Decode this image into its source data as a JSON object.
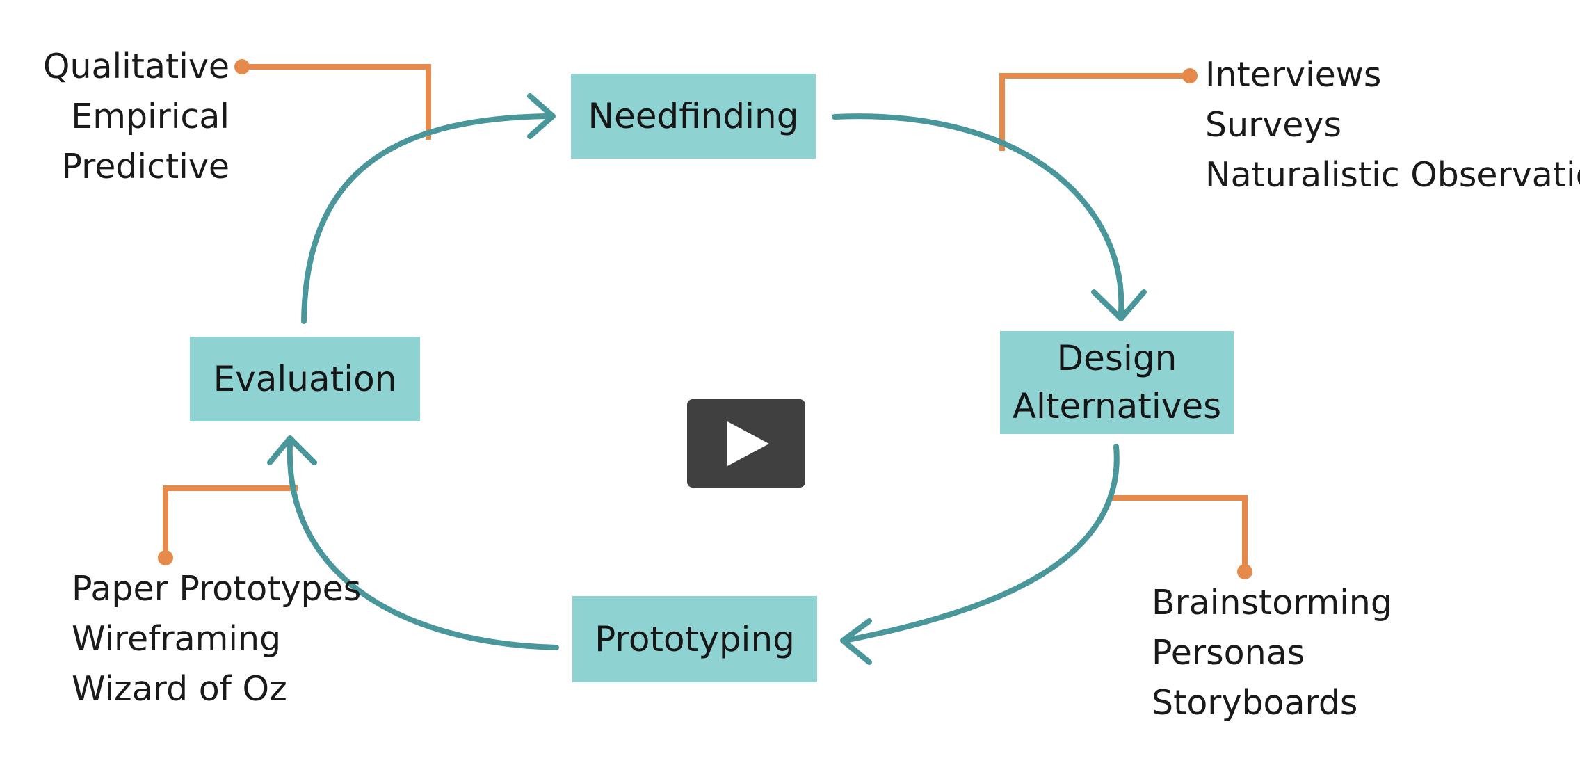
{
  "colors": {
    "box_fill": "#8ed3d2",
    "cycle_arrow": "#4a979b",
    "connector": "#e58a4a",
    "play_button": "#404040"
  },
  "stages": {
    "needfinding": {
      "lines": [
        "Needfinding"
      ],
      "methods": [
        "Interviews",
        "Surveys",
        "Naturalistic Observation"
      ]
    },
    "design_alternatives": {
      "lines": [
        "Design",
        "Alternatives"
      ],
      "methods": [
        "Brainstorming",
        "Personas",
        "Storyboards"
      ]
    },
    "prototyping": {
      "lines": [
        "Prototyping"
      ],
      "methods": [
        "Paper Prototypes",
        "Wireframing",
        "Wizard of Oz"
      ]
    },
    "evaluation": {
      "lines": [
        "Evaluation"
      ],
      "methods": [
        "Qualitative",
        "Empirical",
        "Predictive"
      ]
    }
  },
  "video": {
    "play_icon": "play-icon"
  }
}
